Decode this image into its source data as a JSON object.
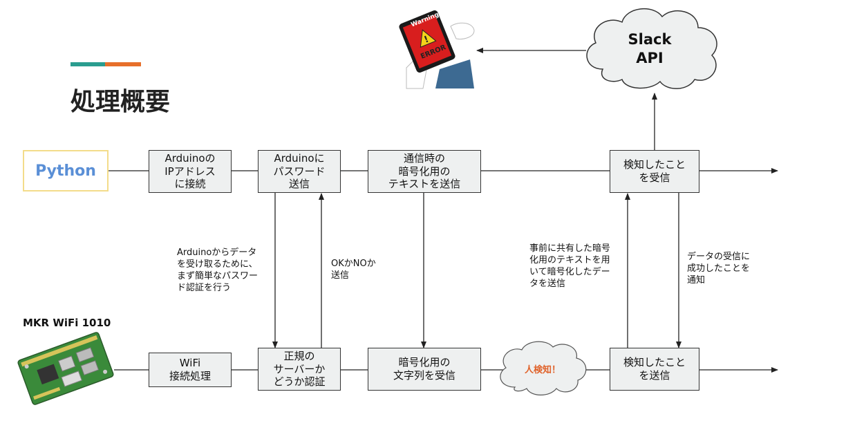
{
  "title": "処理概要",
  "python_label": "Python",
  "device_label": "MKR WiFi 1010",
  "slack": "Slack\nAPI",
  "detect_cloud": "人検知！",
  "warning_image": {
    "top_text": "Warning",
    "bottom_text": "ERROR"
  },
  "top_row": {
    "box1": "Arduinoの\nIPアドレス\nに接続",
    "box2": "Arduinoに\nパスワード\n送信",
    "box3": "通信時の\n暗号化用の\nテキストを送信",
    "box4": "検知したこと\nを受信"
  },
  "bottom_row": {
    "box1": "WiFi\n接続処理",
    "box2": "正規の\nサーバーか\nどうか認証",
    "box3": "暗号化用の\n文字列を受信",
    "box4": "検知したこと\nを送信"
  },
  "notes": {
    "auth": "Arduinoからデータ\nを受け取るために、\nまず簡単なパスワー\nド認証を行う",
    "ok_no": "OKかNOか\n送信",
    "encrypt": "事前に共有した暗号\n化用のテキストを用\nいて暗号化したデー\nタを送信",
    "receive": "データの受信に\n成功したことを\n通知"
  },
  "colors": {
    "accent_teal": "#2a9d8f",
    "accent_orange": "#e76f2a",
    "python_text": "#5a8fd6",
    "python_border": "#f3dc8a",
    "box_fill": "#eef0f0",
    "detect_text": "#e0622a"
  }
}
